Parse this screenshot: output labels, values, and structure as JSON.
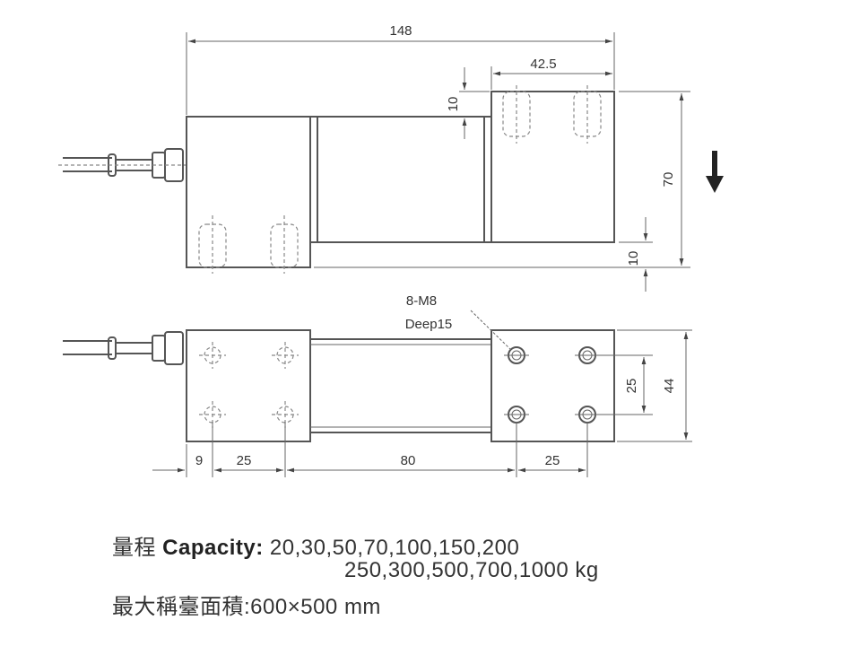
{
  "top_view": {
    "dim_length": "148",
    "dim_block": "42.5",
    "dim_top_offset": "10",
    "dim_height": "70",
    "dim_bottom_offset": "10"
  },
  "bottom_view": {
    "hole_label": "8-M8",
    "hole_depth": "Deep15",
    "dim_hole_spacing_v": "25",
    "dim_width": "44",
    "dim_edge": "9",
    "dim_left_spacing": "25",
    "dim_center": "80",
    "dim_right_spacing": "25"
  },
  "specs": {
    "capacity_cn": "量程",
    "capacity_label": "Capacity:",
    "capacity_line1": "20,30,50,70,100,150,200",
    "capacity_line2": "250,300,500,700,1000 kg",
    "platform_cn": "最大稱臺面積",
    "platform_value": ":600×500  mm"
  },
  "load_arrow_icon": "arrow-down-icon"
}
